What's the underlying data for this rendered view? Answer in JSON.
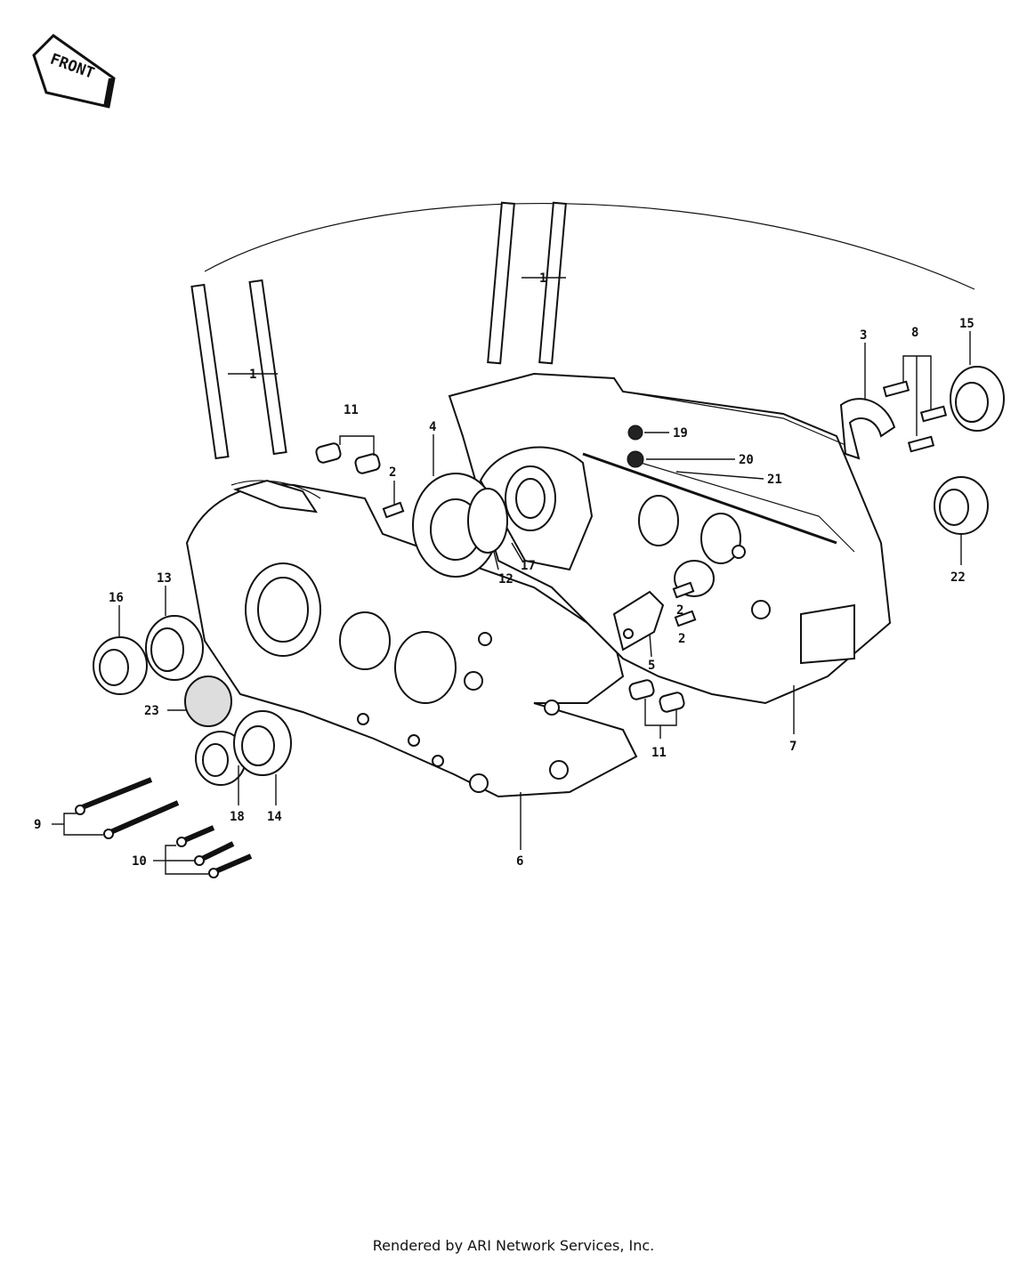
{
  "front_badge": "FRONT",
  "footer": "Rendered by ARI Network Services, Inc.",
  "callouts": {
    "c1a": "1",
    "c1b": "1",
    "c2a": "2",
    "c2b": "2",
    "c2c": "2",
    "c3": "3",
    "c4": "4",
    "c5": "5",
    "c6": "6",
    "c7": "7",
    "c8": "8",
    "c9": "9",
    "c10": "10",
    "c11a": "11",
    "c11b": "11",
    "c12": "12",
    "c13": "13",
    "c14": "14",
    "c15": "15",
    "c16": "16",
    "c17": "17",
    "c18": "18",
    "c19": "19",
    "c20": "20",
    "c21": "21",
    "c22": "22",
    "c23": "23"
  }
}
